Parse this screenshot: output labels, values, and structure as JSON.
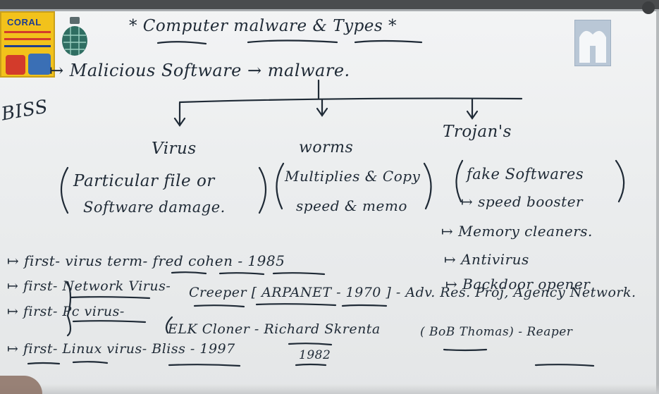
{
  "title_text": "* Computer malware & Types *",
  "texts": {
    "malicious": "↦ Malicious Software → malware.",
    "biss": "BISS",
    "virus": "Virus",
    "worms": "worms",
    "trojans": "Trojan's",
    "virus_desc_1": "Particular file or",
    "virus_desc_2": "Software damage.",
    "worms_desc_1": "Multiplies & Copy",
    "worms_desc_2": "speed & memo",
    "trojan_desc_1": "fake Softwares",
    "trojan_desc_2": "↦ speed booster",
    "trojan_desc_3": "↦ Memory cleaners.",
    "trojan_desc_4": "↦ Antivirus",
    "trojan_desc_5": "↦ Backdoor opener",
    "first_virus_term": "↦ first- virus term- fred cohen - 1985",
    "first_network": "↦ first- Network Virus-",
    "creeper": "Creeper [ ARPANET - 1970 ] - Adv. Res. Proj, Agency Network.",
    "bob": "( BoB Thomas) - Reaper",
    "first_pc": "↦ first- Pc virus-",
    "elk": "ELK Cloner - Richard Skrenta",
    "year_1982": "1982",
    "first_linux": "↦ first- Linux virus- Bliss - 1997"
  },
  "colors": {
    "board": "#eceeef",
    "marker": "#1f2a36",
    "logo_yellow": "#f2c21b",
    "logo_red": "#d33b2b",
    "logo_blue": "#1d3d8f"
  },
  "logos": {
    "coral": "CORAL",
    "grenade": "grenade-logo",
    "building": "building-logo"
  }
}
